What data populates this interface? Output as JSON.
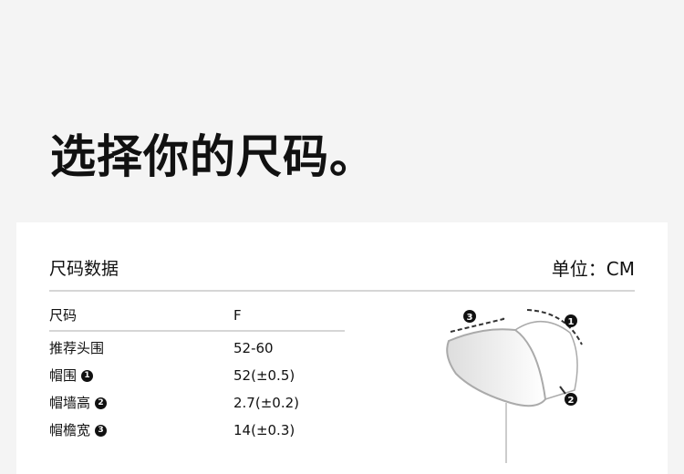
{
  "hero_title": "选择你的尺码。",
  "section_title": "尺码数据",
  "unit_label": "单位：CM",
  "table": {
    "header": {
      "label": "尺码",
      "value": "F"
    },
    "rows": [
      {
        "label": "推荐头围",
        "value": "52-60",
        "badge": ""
      },
      {
        "label": "帽围",
        "value": "52(±0.5)",
        "badge": "1"
      },
      {
        "label": "帽墙高",
        "value": "2.7(±0.2)",
        "badge": "2"
      },
      {
        "label": "帽檐宽",
        "value": "14(±0.3)",
        "badge": "3"
      }
    ]
  },
  "diagram_badges": [
    "1",
    "2",
    "3"
  ]
}
